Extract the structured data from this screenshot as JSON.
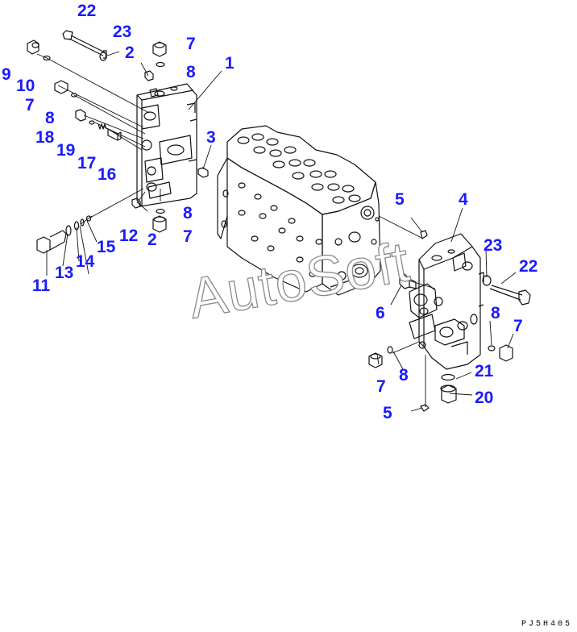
{
  "callouts": {
    "c22a": "22",
    "c23a": "23",
    "c2a": "2",
    "c7a": "7",
    "c8a": "8",
    "c1": "1",
    "c9": "9",
    "c10": "10",
    "c7b": "7",
    "c8b": "8",
    "c18": "18",
    "c19": "19",
    "c17": "17",
    "c16": "16",
    "c3": "3",
    "c8c": "8",
    "c7c": "7",
    "c12": "12",
    "c2b": "2",
    "c15": "15",
    "c14": "14",
    "c13": "13",
    "c11": "11",
    "c5a": "5",
    "c4": "4",
    "c23b": "23",
    "c22b": "22",
    "c6": "6",
    "c8d": "8",
    "c7d": "7",
    "c21": "21",
    "c8e": "8",
    "c7e": "7",
    "c20": "20",
    "c5b": "5"
  },
  "watermark": "AutoSoft",
  "page_code": "PJ5H405"
}
